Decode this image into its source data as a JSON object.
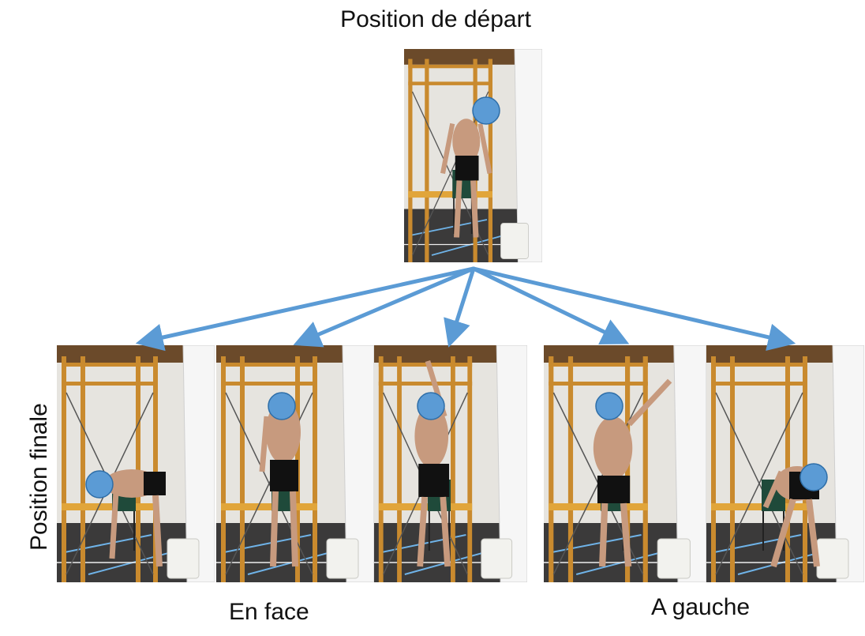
{
  "labels": {
    "start_position": "Position de départ",
    "final_position": "Position finale",
    "group_front": "En face",
    "group_left": "A gauche"
  },
  "photos": {
    "start": {
      "name": "start-posture-photo",
      "pose": "standing, arms relaxed"
    },
    "finals": [
      {
        "name": "final-front-low-photo",
        "pose": "bending forward, reaching toward floor"
      },
      {
        "name": "final-front-mid-photo",
        "pose": "standing, weight held at waist"
      },
      {
        "name": "final-front-high-photo",
        "pose": "reaching overhead"
      },
      {
        "name": "final-left-high-photo",
        "pose": "reaching up and to the left"
      },
      {
        "name": "final-left-low-photo",
        "pose": "bending down to the left"
      }
    ]
  },
  "colors": {
    "arrow": "#5b9bd5",
    "face_mask": "#5b9bd5",
    "shelf_wood": "#c98a2e",
    "wall": "#e6e4df",
    "floor": "#3b3a3a"
  }
}
